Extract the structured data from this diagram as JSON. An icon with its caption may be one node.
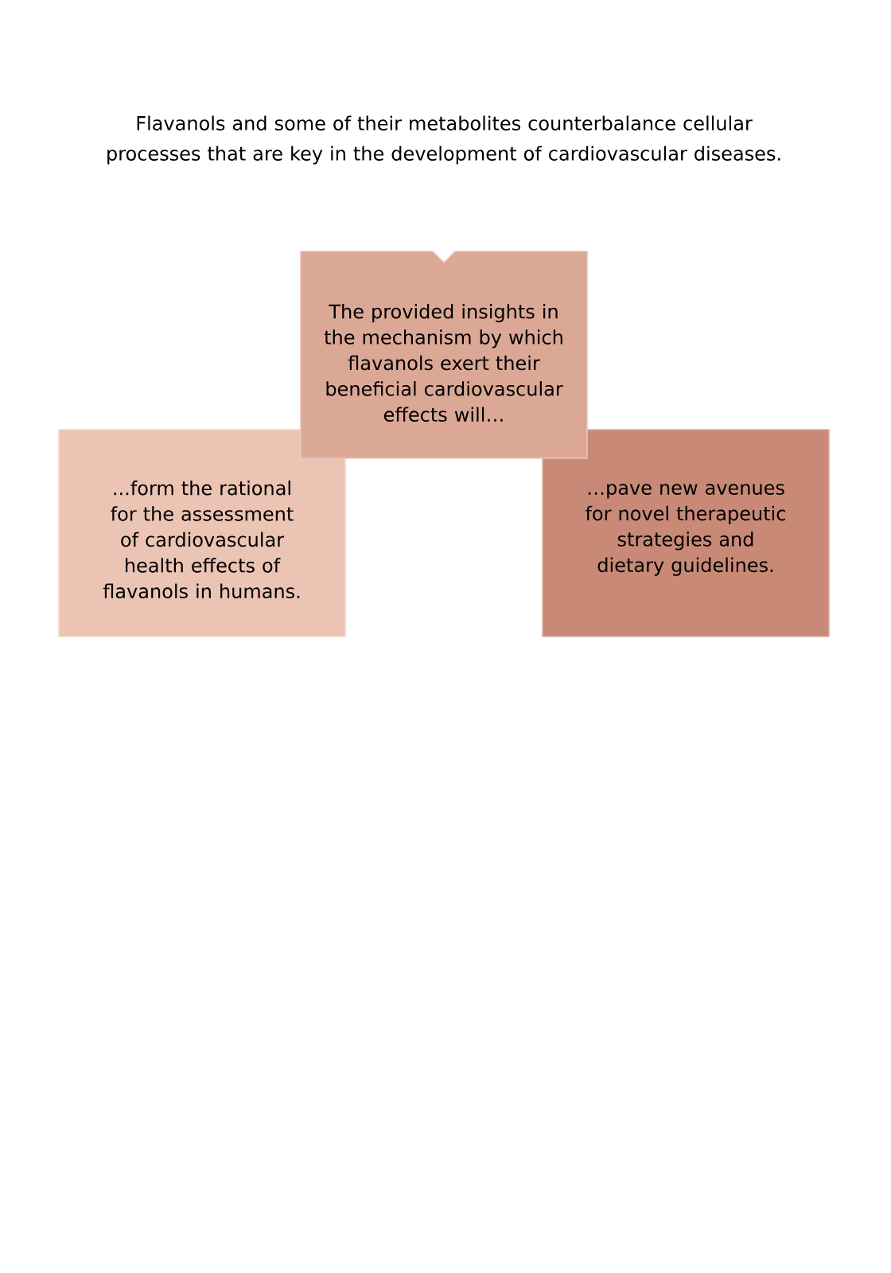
{
  "diagram": {
    "title": "Flavanols and some of their metabolites counterbalance cellular processes that are key in the development of cardiovascular diseases.",
    "nodes": [
      {
        "text": [
          "The provided insights in the mechanism by which flavanols exert their beneficial cardiovascular effects will…"
        ]
      },
      {
        "text": [
          "...form the rational for the assessment of cardiovascular health effects of flavanols in humans."
        ]
      },
      {
        "text": [
          "…pave new avenues for novel therapeutic strategies and dietary guidelines."
        ]
      }
    ]
  }
}
